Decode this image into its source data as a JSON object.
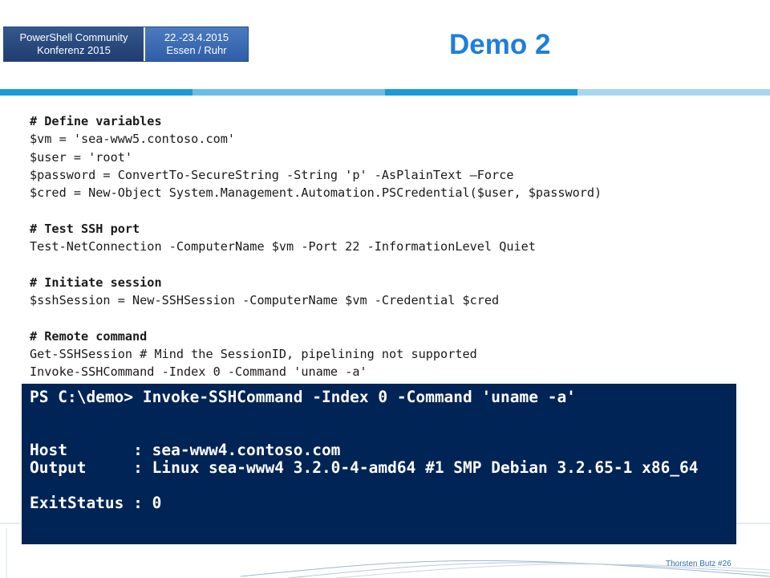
{
  "logo": {
    "left_line1": "PowerShell Community",
    "left_line2": "Konferenz 2015",
    "right_line1": "22.-23.4.2015",
    "right_line2": "Essen / Ruhr"
  },
  "title": "Demo 2",
  "code_lines": [
    "# Define variables",
    "$vm = 'sea-www5.contoso.com'",
    "$user = 'root'",
    "$password = ConvertTo-SecureString -String 'p' -AsPlainText –Force",
    "$cred = New-Object System.Management.Automation.PSCredential($user, $password)",
    "",
    "# Test SSH port",
    "Test-NetConnection -ComputerName $vm -Port 22 -InformationLevel Quiet",
    "",
    "# Initiate session",
    "$sshSession = New-SSHSession -ComputerName $vm -Credential $cred",
    "",
    "# Remote command",
    "Get-SSHSession # Mind the SessionID, pipelining not supported",
    "Invoke-SSHCommand -Index 0 -Command 'uname -a'"
  ],
  "console_lines": [
    "PS C:\\demo> Invoke-SSHCommand -Index 0 -Command 'uname -a'",
    "",
    "",
    "Host       : sea-www4.contoso.com",
    "Output     : Linux sea-www4 3.2.0-4-amd64 #1 SMP Debian 3.2.65-1 x86_64",
    "",
    "ExitStatus : 0"
  ],
  "footer": "Thorsten Butz #26",
  "colors": {
    "title": "#1f7ed9",
    "console_bg": "#012456",
    "stripe_1": "#1a9ad6",
    "stripe_2": "#6bbde8",
    "stripe_3": "#a8d6f0"
  }
}
